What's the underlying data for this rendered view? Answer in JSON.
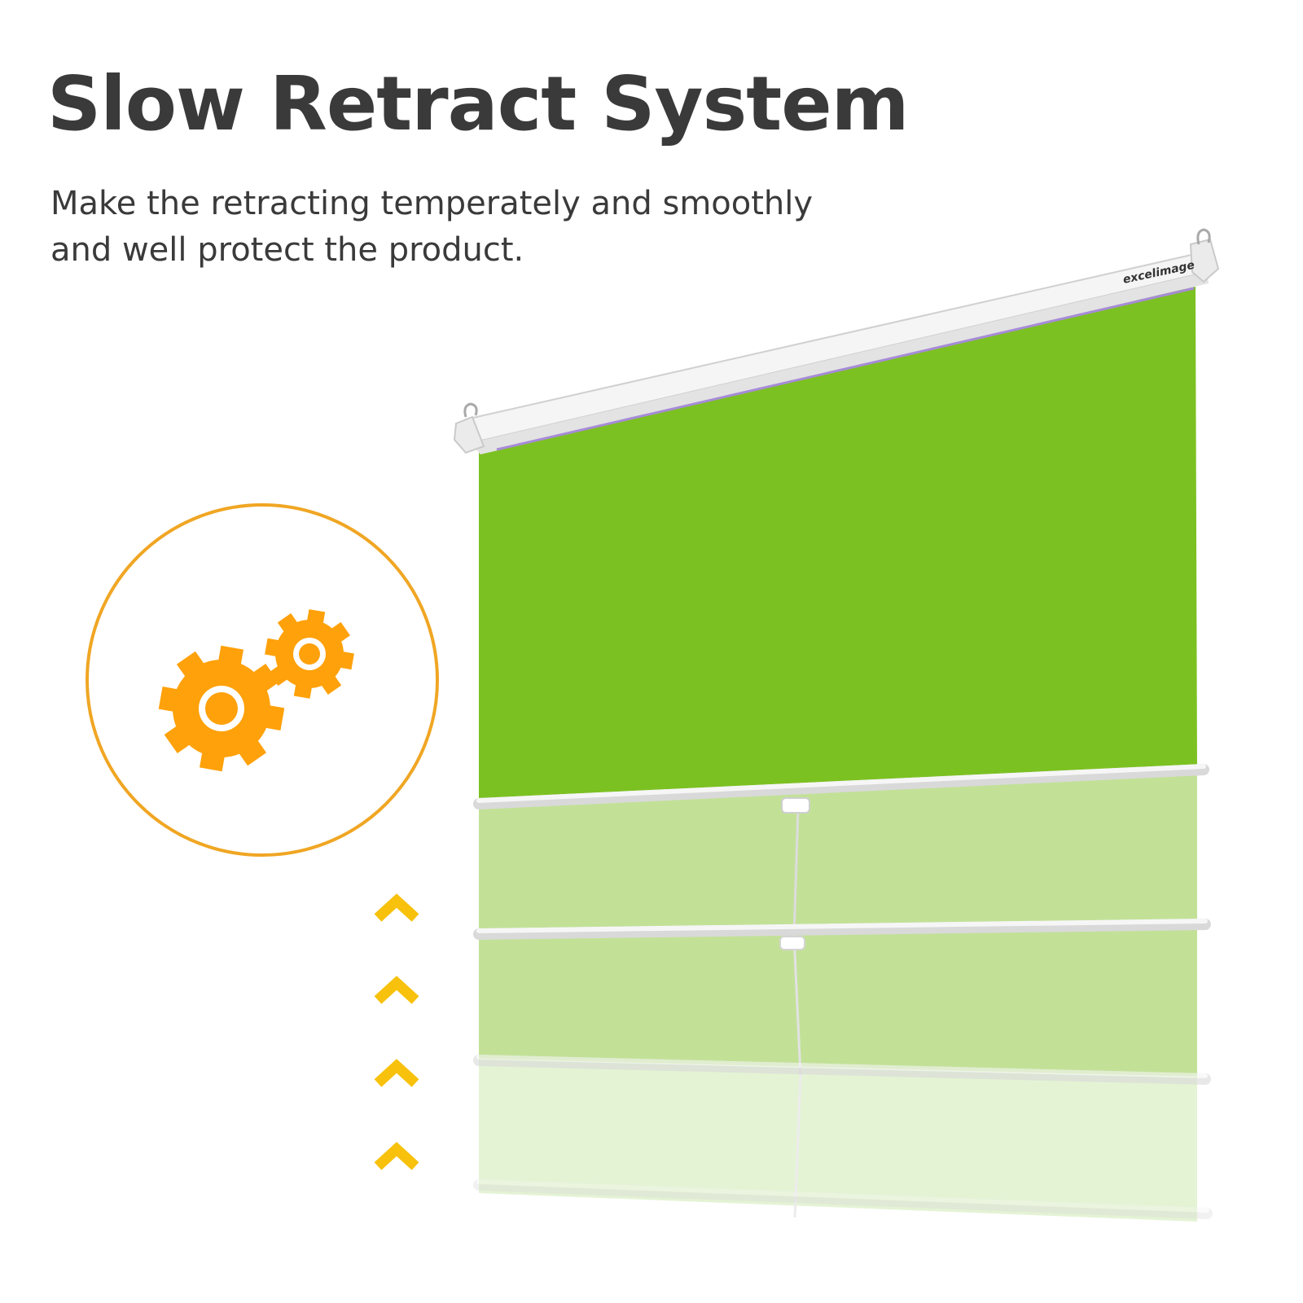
{
  "header": {
    "title": "Slow Retract System",
    "subtitle_line1": "Make the retracting temperately and smoothly",
    "subtitle_line2": "and well protect the product."
  },
  "screen": {
    "brand": "excelimage",
    "screen_color": "#7cc122",
    "screen_faded_color": "#c2e197",
    "screen_faint_color": "#e4f3d4"
  },
  "badge": {
    "icon": "gears-icon",
    "ring_color": "#f0a623",
    "gear_color": "#ffa10a"
  },
  "arrows": {
    "icon": "chevron-up-icon",
    "color": "#f7c10c"
  }
}
